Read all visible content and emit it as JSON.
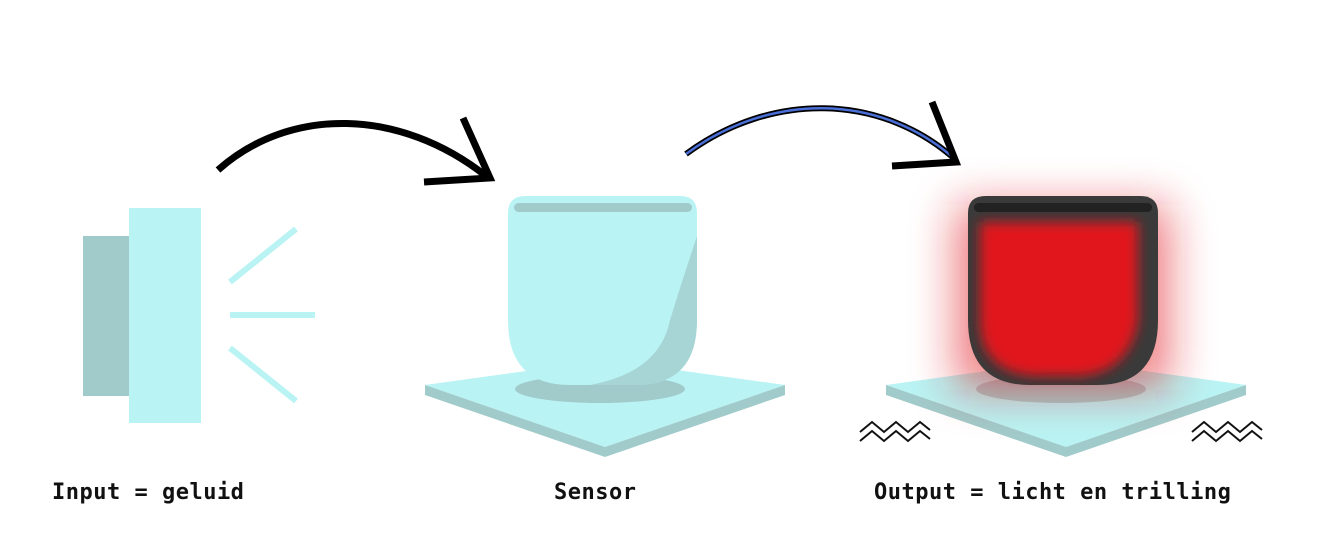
{
  "labels": {
    "input": "Input = geluid",
    "sensor": "Sensor",
    "output": "Output = licht en trilling"
  },
  "colors": {
    "cyan_light": "#b9f3f3",
    "cyan_dark": "#a1cbcb",
    "red_glow": "#e1131a",
    "arrow_black": "#000000",
    "arrow_blue": "#4a6fd6"
  },
  "icons": [
    "speaker-icon",
    "sound-wave-icon",
    "arrow-icon",
    "sensor-cup-icon",
    "vibration-icon"
  ]
}
